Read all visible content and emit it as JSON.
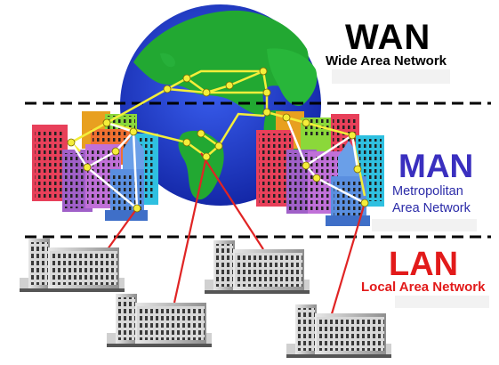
{
  "wan": {
    "title": "WAN",
    "subtitle": "Wide Area Network"
  },
  "man": {
    "title": "MAN",
    "subtitle_line1": "Metropolitan",
    "subtitle_line2": "Area Network"
  },
  "lan": {
    "title": "LAN",
    "subtitle": "Local  Area Network"
  },
  "colors": {
    "ocean": "#1f3fd0",
    "land": "#22a832",
    "wan_links": "#f4ee3a",
    "man_links": "#ffffff",
    "lan_links": "#e02424",
    "wan_text": "#000000",
    "man_text": "#3a2fbf",
    "lan_text": "#e21a1a"
  },
  "icons": [
    "globe-icon",
    "city-cluster-icon",
    "office-building-icon",
    "network-node-icon"
  ]
}
